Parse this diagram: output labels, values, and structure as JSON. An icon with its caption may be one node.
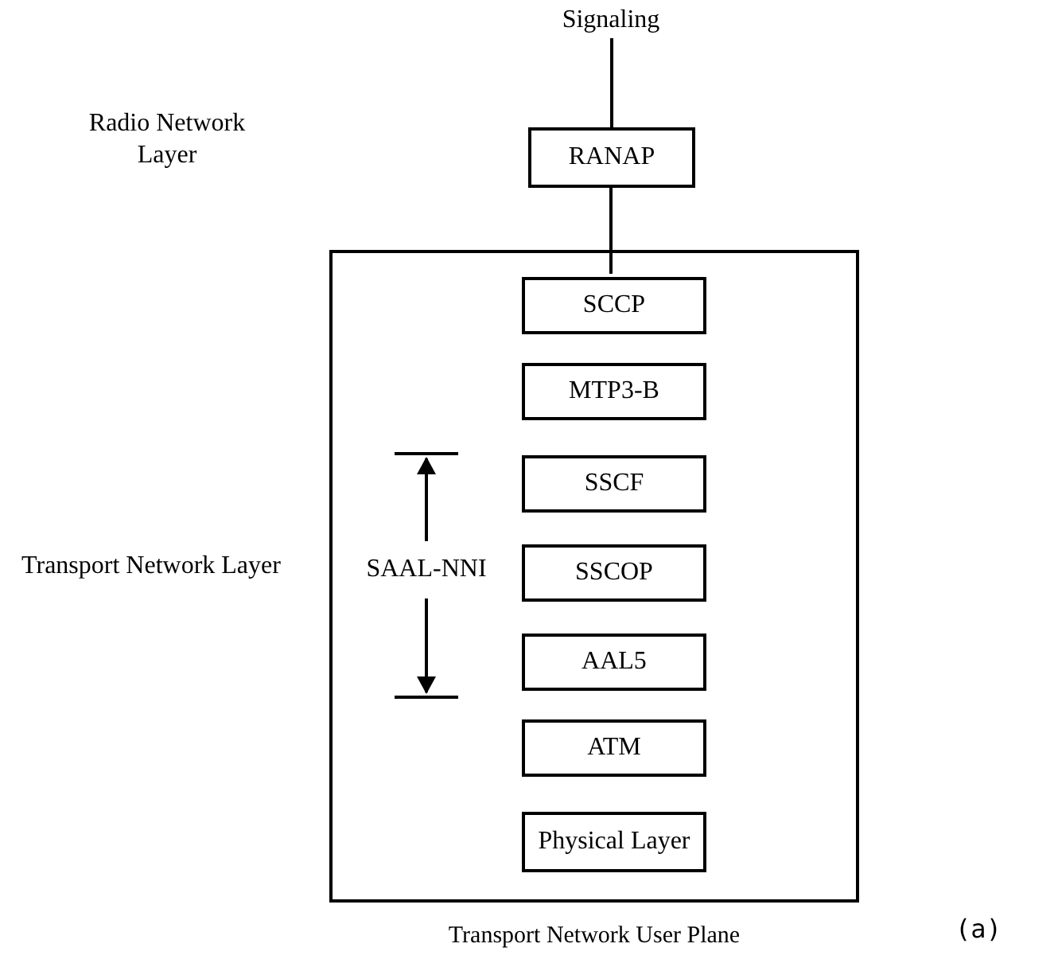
{
  "diagram": {
    "nodes": [
      {
        "text": [
          "Signaling"
        ]
      },
      {
        "text": [
          "RANAP"
        ]
      },
      {
        "text": [],
        "shape": "box",
        "beside": [
          "Transport Network User Plane"
        ]
      },
      {
        "text": [
          "SCCP"
        ],
        "in": 2
      },
      {
        "text": [
          "MTP3-B"
        ],
        "in": 2
      },
      {
        "text": [
          "SSCF"
        ],
        "in": 2
      },
      {
        "text": [
          "SSCOP"
        ],
        "in": 2
      },
      {
        "text": [
          "AAL5"
        ],
        "in": 2
      },
      {
        "text": [
          "ATM"
        ],
        "in": 2
      },
      {
        "text": [
          "Physical Layer"
        ],
        "in": 2
      }
    ],
    "edges": [
      {
        "from": 0,
        "to": 1,
        "arrow": "none"
      },
      {
        "from": 1,
        "to": 3,
        "arrow": "none"
      }
    ],
    "labels": [
      "Radio Network Layer",
      "Transport Network Layer",
      "SAAL-NNI",
      "(a)"
    ]
  }
}
